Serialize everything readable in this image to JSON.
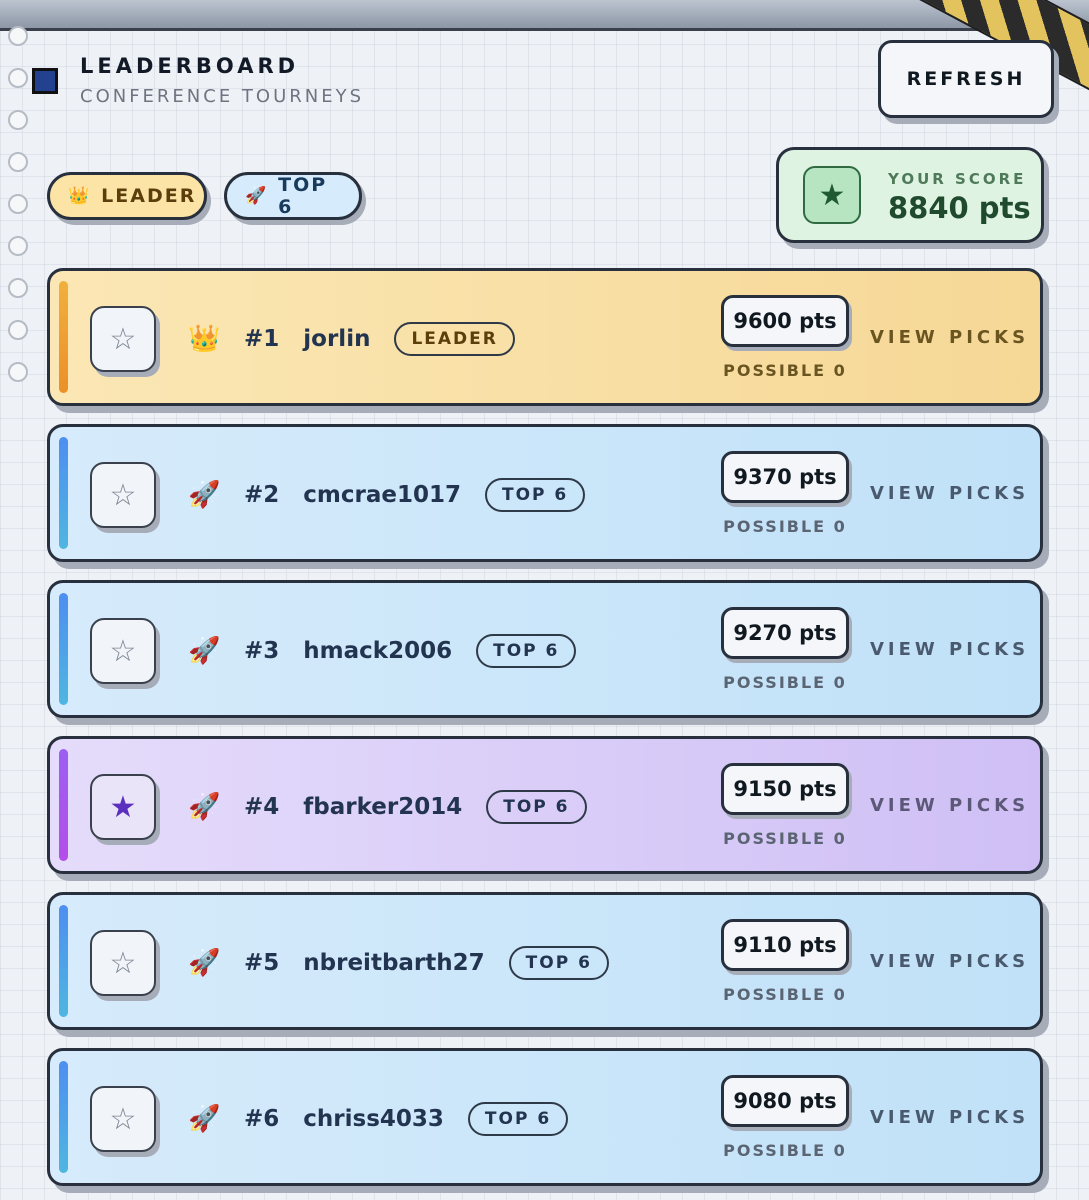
{
  "header": {
    "title": "LEADERBOARD",
    "subtitle": "CONFERENCE TOURNEYS",
    "refresh_label": "REFRESH"
  },
  "filters": [
    {
      "icon": "crown-icon",
      "glyph": "👑",
      "label": "LEADER"
    },
    {
      "icon": "rocket-icon",
      "glyph": "🚀",
      "label": "TOP 6"
    }
  ],
  "your_score": {
    "label": "YOUR SCORE",
    "value": "8840 pts",
    "icon": "star-icon"
  },
  "rows": [
    {
      "rank": "#1",
      "name": "jorlin",
      "badge": "LEADER",
      "points": "9600 pts",
      "possible": "POSSIBLE 0",
      "action": "VIEW PICKS",
      "icon": "crown-icon",
      "glyph": "👑",
      "favorited": false,
      "theme": "gold"
    },
    {
      "rank": "#2",
      "name": "cmcrae1017",
      "badge": "TOP 6",
      "points": "9370 pts",
      "possible": "POSSIBLE 0",
      "action": "VIEW PICKS",
      "icon": "rocket-icon",
      "glyph": "🚀",
      "favorited": false,
      "theme": "blue"
    },
    {
      "rank": "#3",
      "name": "hmack2006",
      "badge": "TOP 6",
      "points": "9270 pts",
      "possible": "POSSIBLE 0",
      "action": "VIEW PICKS",
      "icon": "rocket-icon",
      "glyph": "🚀",
      "favorited": false,
      "theme": "blue"
    },
    {
      "rank": "#4",
      "name": "fbarker2014",
      "badge": "TOP 6",
      "points": "9150 pts",
      "possible": "POSSIBLE 0",
      "action": "VIEW PICKS",
      "icon": "rocket-icon",
      "glyph": "🚀",
      "favorited": true,
      "theme": "purple"
    },
    {
      "rank": "#5",
      "name": "nbreitbarth27",
      "badge": "TOP 6",
      "points": "9110 pts",
      "possible": "POSSIBLE 0",
      "action": "VIEW PICKS",
      "icon": "rocket-icon",
      "glyph": "🚀",
      "favorited": false,
      "theme": "blue"
    },
    {
      "rank": "#6",
      "name": "chriss4033",
      "badge": "TOP 6",
      "points": "9080 pts",
      "possible": "POSSIBLE 0",
      "action": "VIEW PICKS",
      "icon": "rocket-icon",
      "glyph": "🚀",
      "favorited": false,
      "theme": "blue"
    }
  ],
  "colors": {
    "leader_row": "#f6d896",
    "top_row": "#c0e1f8",
    "favorite_row": "#cfbff5",
    "score_card": "#dff3e3",
    "logo": "#22418f"
  }
}
